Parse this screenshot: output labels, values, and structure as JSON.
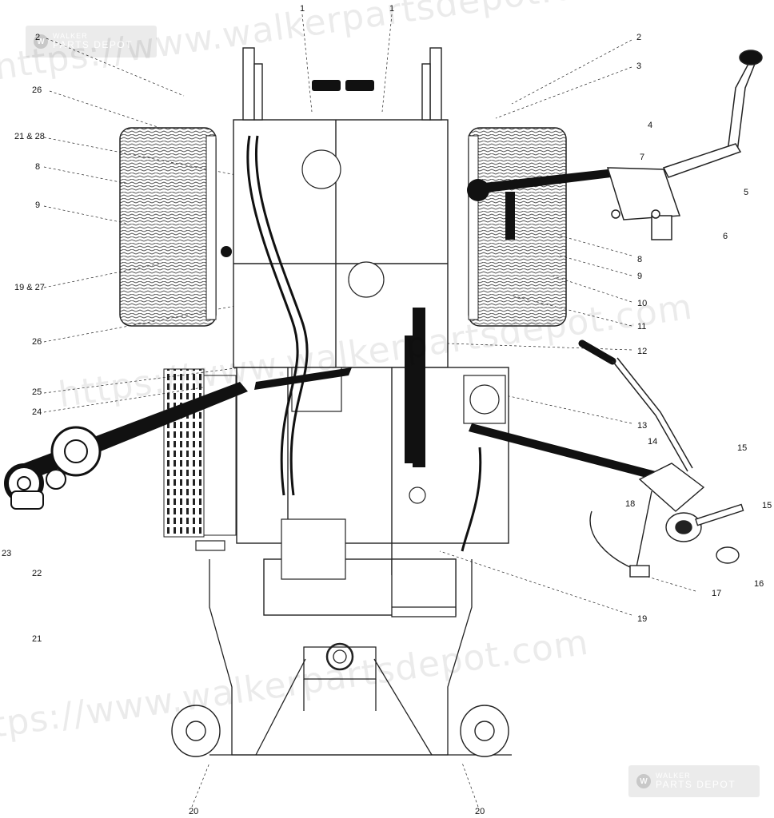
{
  "callouts": {
    "c1a": "1",
    "c1b": "1",
    "c2a": "2",
    "c2b": "2",
    "c3": "3",
    "c26a": "26",
    "c21_28": "21 & 28",
    "c8a": "8",
    "c9a": "9",
    "c19_27": "19 & 27",
    "c26b": "26",
    "c4": "4",
    "c7": "7",
    "c5": "5",
    "c6": "6",
    "c8b": "8",
    "c9b": "9",
    "c10": "10",
    "c11": "11",
    "c12": "12",
    "c25": "25",
    "c24": "24",
    "c13": "13",
    "c14": "14",
    "c15a": "15",
    "c15b": "15",
    "c23": "23",
    "c22": "22",
    "c18": "18",
    "c17": "17",
    "c16": "16",
    "c19": "19",
    "c21": "21",
    "c20a": "20",
    "c20b": "20"
  },
  "watermark": {
    "url_text": "https://www.walkerpartsdepot.com",
    "badge_line1": "WALKER",
    "badge_line2": "PARTS DEPOT",
    "badge_icon": "walker-logo-icon"
  }
}
